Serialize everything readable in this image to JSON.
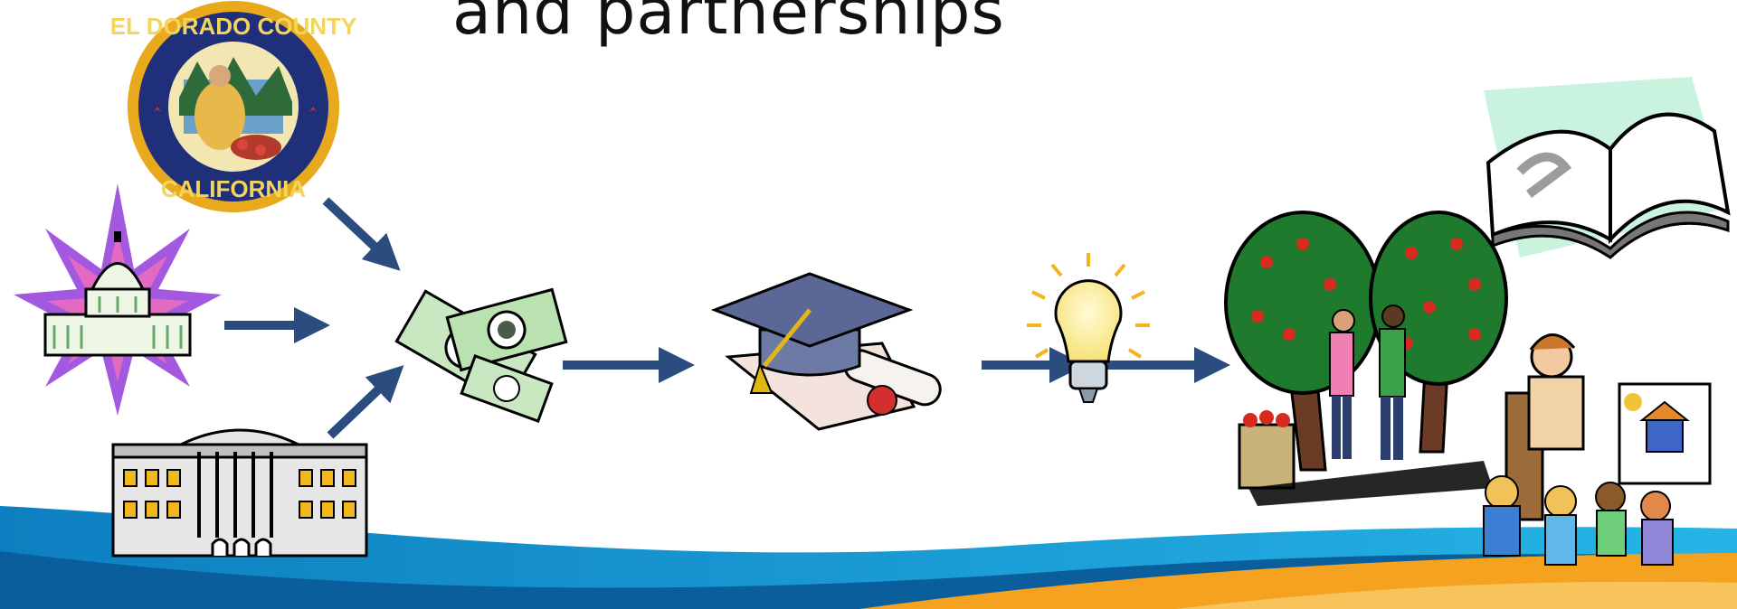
{
  "slide": {
    "title_fragment": "and partnerships",
    "seal_text_top": "EL DORADO COUNTY",
    "seal_text_bottom": "CALIFORNIA"
  },
  "icons": [
    "county-seal-icon",
    "capitol-icon",
    "white-house-icon",
    "money-icon",
    "graduation-cap-icon",
    "lightbulb-icon",
    "apple-trees-icon",
    "open-book-icon",
    "teacher-children-icon"
  ],
  "colors": {
    "arrow": "#2b4c7e",
    "wave_blue": "#1aa3dc",
    "wave_orange": "#f4a21f",
    "star": "#9b4fd6"
  }
}
